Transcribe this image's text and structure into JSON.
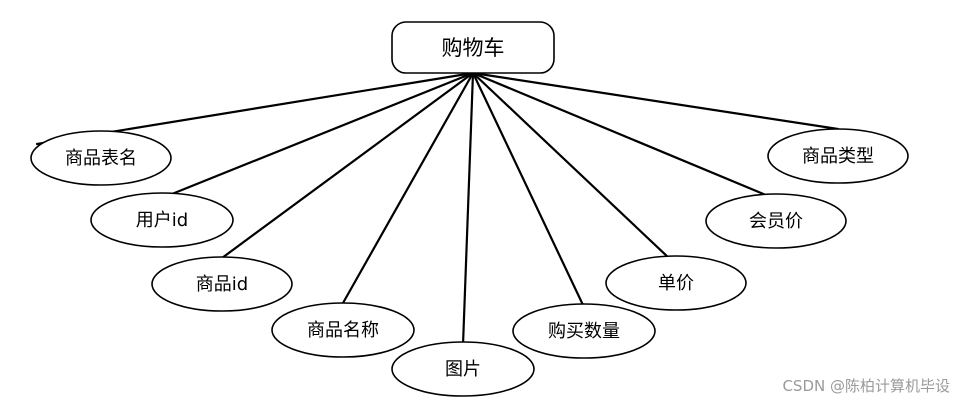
{
  "diagram": {
    "entity": {
      "label": "购物车"
    },
    "attributes": [
      {
        "id": "goods-table-name",
        "label": "商品表名"
      },
      {
        "id": "user-id",
        "label": "用户id"
      },
      {
        "id": "goods-id",
        "label": "商品id"
      },
      {
        "id": "goods-name",
        "label": "商品名称"
      },
      {
        "id": "image",
        "label": "图片"
      },
      {
        "id": "purchase-quantity",
        "label": "购买数量"
      },
      {
        "id": "unit-price",
        "label": "单价"
      },
      {
        "id": "member-price",
        "label": "会员价"
      },
      {
        "id": "goods-type",
        "label": "商品类型"
      }
    ]
  },
  "watermark": {
    "text": "CSDN @陈柏计算机毕设"
  }
}
